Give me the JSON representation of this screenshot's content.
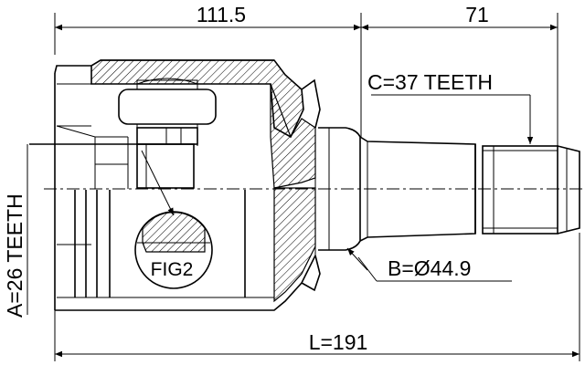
{
  "dimensions": {
    "top_left": "111.5",
    "top_right": "71",
    "overall": "L=191",
    "spline_c": "C=37 TEETH",
    "diameter_b": "B=Ø44.9",
    "spline_a": "A=26 TEETH"
  },
  "figure_label": "FIG2"
}
